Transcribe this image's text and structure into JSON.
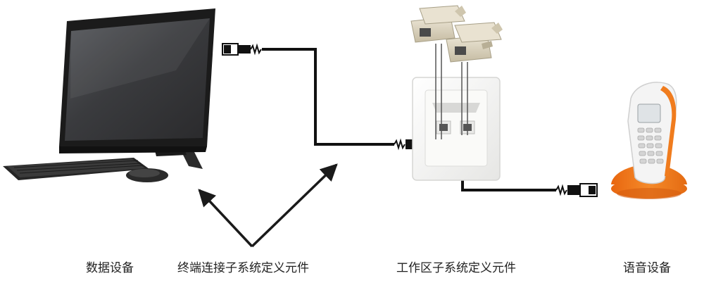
{
  "labels": {
    "data_equipment": "数据设备",
    "terminal_connection": "终端连接子系统定义元件",
    "work_area": "工作区子系统定义元件",
    "voice_equipment": "语音设备"
  },
  "colors": {
    "cable": "#111111",
    "arrow": "#1a1a1a",
    "monitor_frame": "#1b1b1b",
    "screen": "#3a3a3c",
    "wall_plate": "#f3f3f1",
    "keystone_metal": "#d7ceb8",
    "phone_base": "#f07c1e",
    "phone_handset": "#f4f4f4",
    "text": "#222222"
  },
  "icons": {
    "computer": "all-in-one-computer-icon",
    "keyboard": "keyboard-icon",
    "mouse": "mouse-icon",
    "rj45_plug": "rj45-plug-icon",
    "wall_socket": "network-wall-socket-icon",
    "keystone_module": "keystone-jack-icon",
    "phone": "cordless-phone-icon"
  }
}
